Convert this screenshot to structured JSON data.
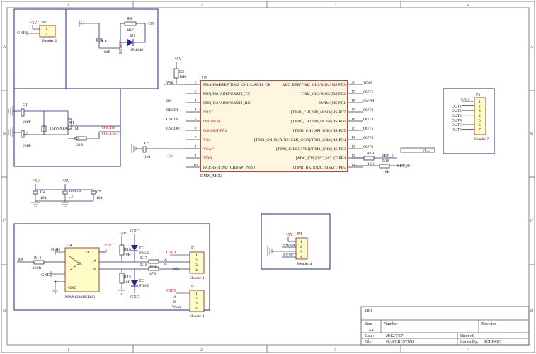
{
  "zones": {
    "top": [
      "1",
      "2",
      "3",
      "4"
    ],
    "side": [
      "A",
      "B",
      "C",
      "D"
    ]
  },
  "mcu": {
    "designator": "U1",
    "part": "DMX_MCU",
    "left_pins": [
      {
        "num": "1",
        "label": "PD4(HS)/BEEP/TIM2_CH1 /UART1_CK",
        "net": "Win",
        "color": "black"
      },
      {
        "num": "2",
        "label": "PD5(HS) /AIN5/UART1_TX",
        "net": "",
        "color": "black"
      },
      {
        "num": "3",
        "label": "PD6(HS) /AIN6/UART1_RX",
        "net": "RX",
        "color": "black"
      },
      {
        "num": "4",
        "label": "NRST",
        "net": "RESET",
        "color": "green"
      },
      {
        "num": "5",
        "label": "OSCIN/PA1",
        "net": "OSCIN",
        "color": "red"
      },
      {
        "num": "6",
        "label": "OSCOUT/PA2",
        "net": "OSCOUT",
        "color": "red"
      },
      {
        "num": "7",
        "label": "VSS",
        "net": "",
        "color": "red"
      },
      {
        "num": "8",
        "label": "VCAP",
        "net": "",
        "color": "red"
      },
      {
        "num": "9",
        "label": "VDD",
        "net": "+5V",
        "color": "red"
      },
      {
        "num": "10",
        "label": "PA3(HS)/TIM2_CH3[SPI_NSS]",
        "net": "",
        "color": "black"
      }
    ],
    "right_pins": [
      {
        "num": "20",
        "label": "ADC_ETR/TIM2_CH2/AIN4/(HS)PD3",
        "net": "Wout"
      },
      {
        "num": "19",
        "label": "[TIM2_CH3/AIN3/(HS)PD2",
        "net": "OUT1"
      },
      {
        "num": "18",
        "label": "SWIM/(HS)PD1",
        "net": "SWIM"
      },
      {
        "num": "17",
        "label": "[TIM1_CH1]SPI_MISO/(HS)PC7",
        "net": "OUT3"
      },
      {
        "num": "16",
        "label": "[TIM1_CH2]SPI_MOSI/(HS)PC6",
        "net": "OUT4"
      },
      {
        "num": "15",
        "label": "[TIM2_CH1]SPI_SCK/(HS)PC5",
        "net": "OUT5"
      },
      {
        "num": "14",
        "label": "[TIM1_CH1N]/AIN2/[CLK_CCO]/TIM1_CH4/(HS)PC4",
        "net": "OUT6"
      },
      {
        "num": "13",
        "label": "[TIM1_CH3N]/[TLI]/TIM1_CH3/(HS)PC3",
        "net": "OUT2"
      },
      {
        "num": "12",
        "label": "[ADC_ETR]/I2C_SCL/(T)PB4",
        "net": ""
      },
      {
        "num": "11",
        "label": "[TIM1_BKIN]I2C_SDA/(T)PB5",
        "net": ""
      }
    ]
  },
  "top_left": {
    "header": {
      "designator": "P1",
      "name": "Header 2",
      "pins": [
        "1",
        "2"
      ],
      "nets": [
        "+5V",
        "GND"
      ]
    },
    "r4": {
      "designator": "R4",
      "value": "4K7"
    },
    "d1": {
      "designator": "D1",
      "value": "1N4148"
    },
    "c6": {
      "designator": "C6",
      "value": "104P"
    },
    "net_5v": "+5V",
    "reset": "RESET"
  },
  "r3": {
    "designator": "R3",
    "value": "10K",
    "net": "+5V"
  },
  "clock": {
    "c1": {
      "designator": "C1",
      "value": "20PF"
    },
    "c2": {
      "designator": "C2",
      "value": "20PF"
    },
    "xtal": "16mNXTAL",
    "r1": {
      "designator": "R1",
      "value": "1M"
    },
    "r2": {
      "designator": "R2",
      "value": "33R"
    },
    "oscin": "OSCIN",
    "oscout": "OSCOUT"
  },
  "caps": {
    "c5": {
      "designator": "C5",
      "value": "104"
    },
    "c4": {
      "designator": "C4",
      "value": "104"
    },
    "c7": {
      "designator": "C7",
      "value": "10uF16"
    },
    "c5b": {
      "designator": "C5",
      "value": "104"
    },
    "net_5v": "+5V"
  },
  "header_p5": {
    "designator": "P5",
    "name": "Header 7",
    "pins": [
      "1",
      "2",
      "3",
      "4",
      "5",
      "6",
      "7"
    ],
    "nets": [
      "GND",
      "OUT1",
      "OUT2",
      "OUT3",
      "OUT4",
      "OUT5",
      "OUT6"
    ]
  },
  "set_section": {
    "r19": {
      "designator": "R19",
      "value": "10K"
    },
    "r18": {
      "designator": "R18",
      "value": "10K"
    },
    "set6": "SET_6",
    "set3": "SET_3",
    "vcc": "VCC"
  },
  "rs485": {
    "u4": {
      "designator": "U4",
      "part": "MAX1308BEESN"
    },
    "pins": {
      "vcc": "VCC",
      "r": "R",
      "a": "A",
      "b": "B",
      "gnd": "GND"
    },
    "r14": {
      "designator": "R14",
      "value": "100R"
    },
    "r16": {
      "designator": "R16",
      "value": "10K"
    },
    "r15": {
      "designator": "R15",
      "value": "10K"
    },
    "r17": {
      "designator": "R17",
      "value": "47R"
    },
    "r18": {
      "designator": "R18",
      "value": "47R"
    },
    "d2": {
      "designator": "D2",
      "value": "P6KE"
    },
    "d3": {
      "designator": "D3",
      "value": "P6KE"
    },
    "p2": {
      "designator": "P2",
      "name": "Header 4",
      "nets": [
        "",
        "A",
        "B",
        "Win"
      ]
    },
    "p3": {
      "designator": "P3",
      "name": "Header 4",
      "nets": [
        "",
        "A",
        "B",
        "Wout"
      ]
    },
    "rx": "RX",
    "gnd": "GND",
    "net_5v": "+5V"
  },
  "header_p4": {
    "designator": "P4",
    "name": "Header 4",
    "pins": [
      "1",
      "2",
      "3",
      "4"
    ],
    "nets": [
      "+5V",
      "SWIM",
      "GND",
      "RESET"
    ]
  },
  "title_block": {
    "title": "Title",
    "size_label": "Size",
    "size": "A4",
    "number_label": "Number",
    "revision_label": "Revision",
    "date_label": "Date:",
    "date": "2012/7/17",
    "sheet": "Sheet of",
    "file_label": "File:",
    "file": "G:\\     PCB     \\STM8",
    "drawn_by": "Drawn By:",
    "drawn_file": "SCHDOC"
  }
}
